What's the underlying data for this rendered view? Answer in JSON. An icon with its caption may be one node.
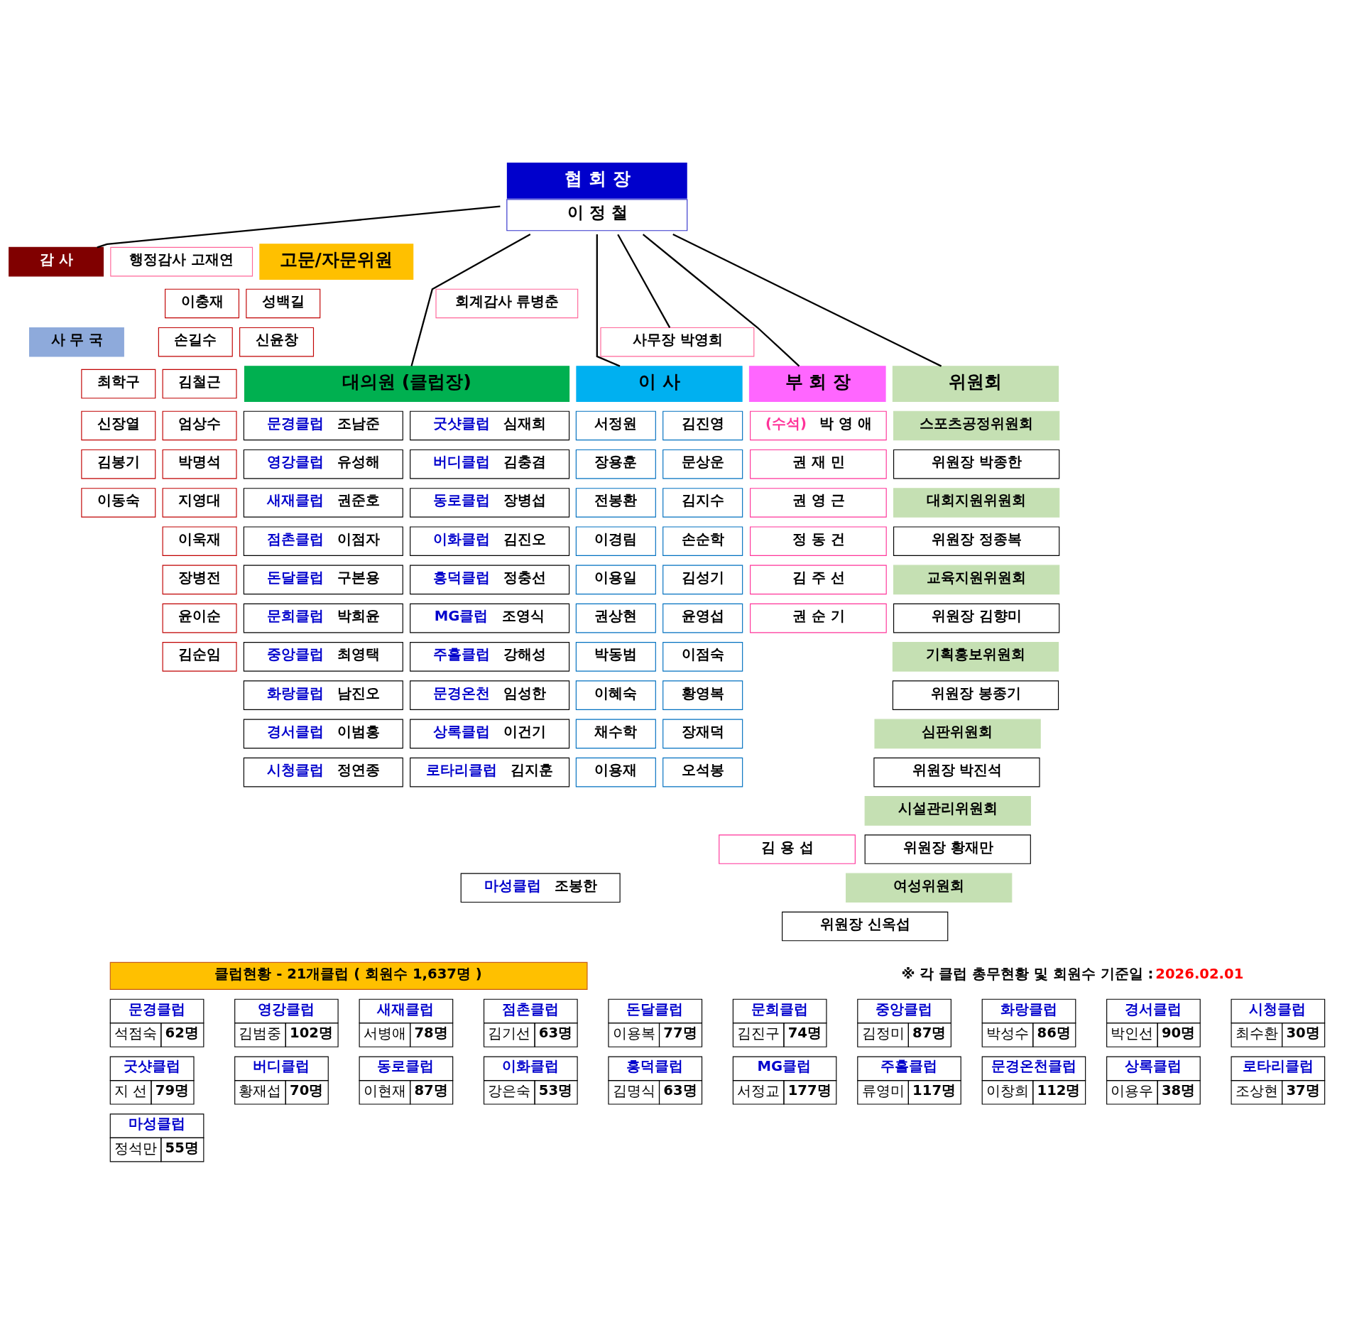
{
  "diagram": {
    "nodes": [
      {
        "text": [
          "협 회 장",
          "이 정 철"
        ]
      },
      {
        "text": [
          "감 사"
        ]
      },
      {
        "text": [
          "행정감사 고재연"
        ]
      },
      {
        "text": [
          "회계감사 류병춘"
        ]
      },
      {
        "text": [
          "고문/자문위원"
        ]
      },
      {
        "text": [
          "이충재"
        ]
      },
      {
        "text": [
          "성백길"
        ]
      },
      {
        "text": [
          "손길수"
        ]
      },
      {
        "text": [
          "신윤창"
        ]
      },
      {
        "text": [
          "최학구"
        ]
      },
      {
        "text": [
          "김철근"
        ]
      },
      {
        "text": [
          "신장열"
        ]
      },
      {
        "text": [
          "엄상수"
        ]
      },
      {
        "text": [
          "김봉기"
        ]
      },
      {
        "text": [
          "박명석"
        ]
      },
      {
        "text": [
          "이동숙"
        ]
      },
      {
        "text": [
          "지영대"
        ]
      },
      {
        "text": [
          "이욱재"
        ]
      },
      {
        "text": [
          "장병전"
        ]
      },
      {
        "text": [
          "윤이순"
        ]
      },
      {
        "text": [
          "김순임"
        ]
      },
      {
        "text": [
          "사 무 국"
        ]
      },
      {
        "text": [
          "사무장 박영희"
        ]
      },
      {
        "text": [
          "대의원 (클럽장)"
        ]
      },
      {
        "text": [
          "문경클럽",
          "조남준"
        ]
      },
      {
        "text": [
          "굿샷클럽",
          "심재희"
        ]
      },
      {
        "text": [
          "영강클럽",
          "유성해"
        ]
      },
      {
        "text": [
          "버디클럽",
          "김충겸"
        ]
      },
      {
        "text": [
          "새재클럽",
          "권준호"
        ]
      },
      {
        "text": [
          "동로클럽",
          "장병섭"
        ]
      },
      {
        "text": [
          "점촌클럽",
          "이점자"
        ]
      },
      {
        "text": [
          "이화클럽",
          "김진오"
        ]
      },
      {
        "text": [
          "돈달클럽",
          "구본용"
        ]
      },
      {
        "text": [
          "흥덕클럽",
          "정충선"
        ]
      },
      {
        "text": [
          "문희클럽",
          "박희윤"
        ]
      },
      {
        "text": [
          "MG클럽",
          "조영식"
        ]
      },
      {
        "text": [
          "중앙클럽",
          "최영택"
        ]
      },
      {
        "text": [
          "주흘클럽",
          "강해성"
        ]
      },
      {
        "text": [
          "화랑클럽",
          "남진오"
        ]
      },
      {
        "text": [
          "문경온천",
          "임성한"
        ]
      },
      {
        "text": [
          "경서클럽",
          "이범홍"
        ]
      },
      {
        "text": [
          "상록클럽",
          "이건기"
        ]
      },
      {
        "text": [
          "시청클럽",
          "정연종"
        ]
      },
      {
        "text": [
          "로타리클럽",
          "김지훈"
        ]
      },
      {
        "text": [
          "마성클럽",
          "조봉한"
        ]
      },
      {
        "text": [
          "이 사"
        ]
      },
      {
        "text": [
          "서정원"
        ]
      },
      {
        "text": [
          "김진영"
        ]
      },
      {
        "text": [
          "장용훈"
        ]
      },
      {
        "text": [
          "문상운"
        ]
      },
      {
        "text": [
          "전봉환"
        ]
      },
      {
        "text": [
          "김지수"
        ]
      },
      {
        "text": [
          "이경림"
        ]
      },
      {
        "text": [
          "손순학"
        ]
      },
      {
        "text": [
          "이용일"
        ]
      },
      {
        "text": [
          "김성기"
        ]
      },
      {
        "text": [
          "권상현"
        ]
      },
      {
        "text": [
          "윤영섭"
        ]
      },
      {
        "text": [
          "박동범"
        ]
      },
      {
        "text": [
          "이점숙"
        ]
      },
      {
        "text": [
          "이혜숙"
        ]
      },
      {
        "text": [
          "황영복"
        ]
      },
      {
        "text": [
          "채수학"
        ]
      },
      {
        "text": [
          "장재덕"
        ]
      },
      {
        "text": [
          "이용재"
        ]
      },
      {
        "text": [
          "오석봉"
        ]
      },
      {
        "text": [
          "부 회 장"
        ]
      },
      {
        "text": [
          "(수석)",
          "박 영 애"
        ]
      },
      {
        "text": [
          "권 재 민"
        ]
      },
      {
        "text": [
          "권 영 근"
        ]
      },
      {
        "text": [
          "정 동 건"
        ]
      },
      {
        "text": [
          "김 주 선"
        ]
      },
      {
        "text": [
          "권 순 기"
        ]
      },
      {
        "text": [
          "김 용 섭"
        ]
      },
      {
        "text": [
          "위원회"
        ]
      },
      {
        "text": [
          "스포츠공정위원회"
        ]
      },
      {
        "text": [
          "위원장 박종한"
        ]
      },
      {
        "text": [
          "대회지원위원회"
        ]
      },
      {
        "text": [
          "위원장 정종복"
        ]
      },
      {
        "text": [
          "교육지원위원회"
        ]
      },
      {
        "text": [
          "위원장 김향미"
        ]
      },
      {
        "text": [
          "기획홍보위원회"
        ]
      },
      {
        "text": [
          "위원장 봉종기"
        ]
      },
      {
        "text": [
          "심판위원회"
        ]
      },
      {
        "text": [
          "위원장 박진석"
        ]
      },
      {
        "text": [
          "시설관리위원회"
        ]
      },
      {
        "text": [
          "위원장 황재만"
        ]
      },
      {
        "text": [
          "여성위원회"
        ]
      },
      {
        "text": [
          "위원장 신옥섭"
        ]
      }
    ],
    "edges": [
      {
        "from": 0,
        "to": 23,
        "arrow": "none"
      },
      {
        "from": 0,
        "to": 1,
        "arrow": "none"
      },
      {
        "from": 0,
        "to": 22,
        "arrow": "none"
      },
      {
        "from": 0,
        "to": 45,
        "arrow": "none"
      },
      {
        "from": 0,
        "to": 66,
        "arrow": "none"
      },
      {
        "from": 0,
        "to": 74,
        "arrow": "none"
      }
    ],
    "labels": [
      "클럽현황 - 21개클럽 ( 회원수 1,637명 )",
      "※ 각 클럽 총무현황 및 회원수 기준일 :",
      "2026.02.01",
      "문경클럽",
      "석점숙",
      "62명",
      "영강클럽",
      "김범중",
      "102명",
      "새재클럽",
      "서병애",
      "78명",
      "점촌클럽",
      "김기선",
      "63명",
      "돈달클럽",
      "이용복",
      "77명",
      "문희클럽",
      "김진구",
      "74명",
      "중앙클럽",
      "김정미",
      "87명",
      "화랑클럽",
      "박성수",
      "86명",
      "경서클럽",
      "박인선",
      "90명",
      "시청클럽",
      "최수환",
      "30명",
      "굿샷클럽",
      "지 선",
      "79명",
      "버디클럽",
      "황재섭",
      "70명",
      "동로클럽",
      "이현재",
      "87명",
      "이화클럽",
      "강은숙",
      "53명",
      "흥덕클럽",
      "김명식",
      "63명",
      "MG클럽",
      "서정교",
      "177명",
      "주흘클럽",
      "류영미",
      "117명",
      "문경온천클럽",
      "이창희",
      "112명",
      "상록클럽",
      "이용우",
      "38명",
      "로타리클럽",
      "조상현",
      "37명",
      "마성클럽",
      "정석만",
      "55명"
    ]
  }
}
